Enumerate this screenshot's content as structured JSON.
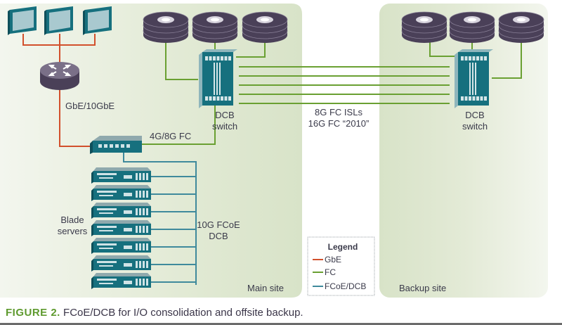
{
  "figure": {
    "number_label": "FIGURE 2.",
    "caption": "FCoE/DCB for I/O consolidation and offsite backup."
  },
  "sites": {
    "main": "Main site",
    "backup": "Backup site"
  },
  "labels": {
    "router_link": "GbE/10GbE",
    "fc_link": "4G/8G FC",
    "dcb_switch_main_l1": "DCB",
    "dcb_switch_main_l2": "switch",
    "dcb_switch_backup_l1": "DCB",
    "dcb_switch_backup_l2": "switch",
    "isl_l1": "8G FC ISLs",
    "isl_l2": "16G FC “2010”",
    "blade_l1": "Blade",
    "blade_l2": "servers",
    "fcoe_l1": "10G FCoE",
    "fcoe_l2": "DCB"
  },
  "legend": {
    "title": "Legend",
    "items": [
      {
        "label": "GbE",
        "color": "#d2502c"
      },
      {
        "label": "FC",
        "color": "#6aa032"
      },
      {
        "label": "FCoE/DCB",
        "color": "#3f8a9c"
      }
    ]
  },
  "colors": {
    "gbe": "#d2502c",
    "fc": "#6aa032",
    "fcoe": "#3f8a9c",
    "device_teal": "#16707e",
    "disk_purple": "#4a4058",
    "site_bg": "#e4ebd7",
    "caption_accent": "#5e9a2e"
  },
  "counts": {
    "clients": 3,
    "disks_per_site": 3,
    "isl_links": 5,
    "blade_servers": 7
  }
}
